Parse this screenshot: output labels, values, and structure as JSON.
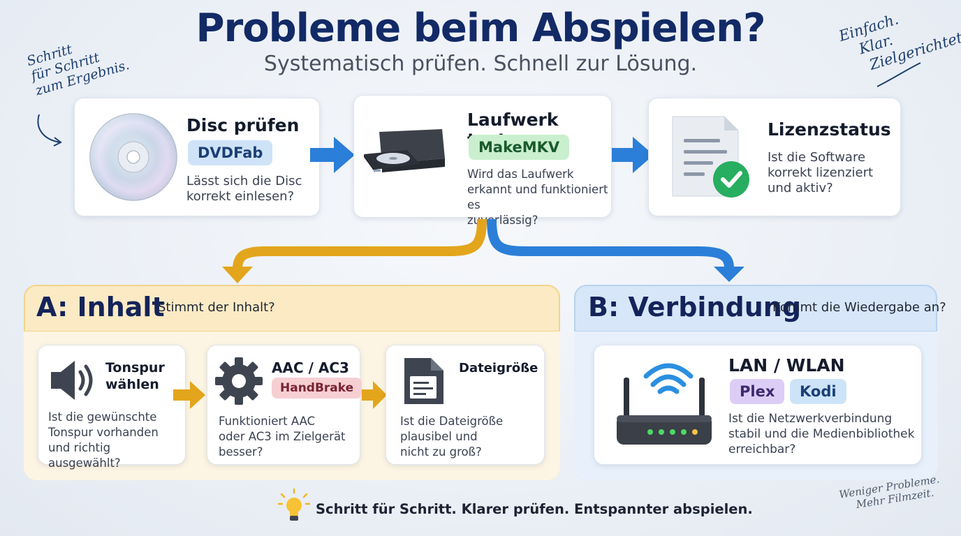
{
  "header": {
    "title": "Probleme beim Abspielen?",
    "subtitle": "Systematisch prüfen. Schnell zur Lösung."
  },
  "notes": {
    "left": [
      "Schritt",
      "für Schritt",
      "zum Ergebnis."
    ],
    "right": [
      "Einfach.",
      "Klar.",
      "Zielgerichtet."
    ],
    "bottom": [
      "Weniger Probleme.",
      "Mehr Filmzeit."
    ]
  },
  "steps": [
    {
      "title": "Disc prüfen",
      "tag": "DVDFab",
      "text": [
        "Lässt sich die Disc",
        "korrekt einlesen?"
      ],
      "icon": "disc-icon"
    },
    {
      "title": "Laufwerk testen",
      "tag": "MakeMKV",
      "text": [
        "Wird das Laufwerk",
        "erkannt und funktioniert es",
        "zuverlässig?"
      ],
      "icon": "drive-icon"
    },
    {
      "title": "Lizenzstatus",
      "text": [
        "Ist die Software",
        "korrekt lizenziert",
        "und aktiv?"
      ],
      "icon": "license-document-icon"
    }
  ],
  "branch_a": {
    "heading": "A: Inhalt",
    "question": "Stimmt der Inhalt?",
    "cards": [
      {
        "title": [
          "Tonspur",
          "wählen"
        ],
        "text": [
          "Ist die gewünschte",
          "Tonspur vorhanden",
          "und richtig ausgewählt?"
        ],
        "icon": "speaker-icon"
      },
      {
        "title": [
          "AAC / AC3"
        ],
        "tag": "HandBrake",
        "text": [
          "Funktioniert AAC",
          "oder AC3 im Zielgerät",
          "besser?"
        ],
        "icon": "gear-icon"
      },
      {
        "title": [
          "Dateigröße"
        ],
        "text": [
          "Ist die Dateigröße",
          "plausibel und",
          "nicht zu groß?"
        ],
        "icon": "file-icon"
      }
    ]
  },
  "branch_b": {
    "heading": "B: Verbindung",
    "question": "Kommt die Wiedergabe an?",
    "card": {
      "title": "LAN / WLAN",
      "tags": [
        "Plex",
        "Kodi"
      ],
      "text": [
        "Ist die Netzwerkverbindung",
        "stabil und die Medienbibliothek",
        "erreichbar?"
      ],
      "icon": "router-icon"
    }
  },
  "footer": {
    "text": "Schritt für Schritt. Klarer prüfen. Entspannter abspielen.",
    "icon": "lightbulb-icon"
  },
  "colors": {
    "title": "#122a66",
    "arrow_blue": "#2b7fd8",
    "arrow_gold": "#e3a51c",
    "panel_a": "#fbeac4",
    "panel_b": "#d7e6f8",
    "check_green": "#27ae60"
  }
}
